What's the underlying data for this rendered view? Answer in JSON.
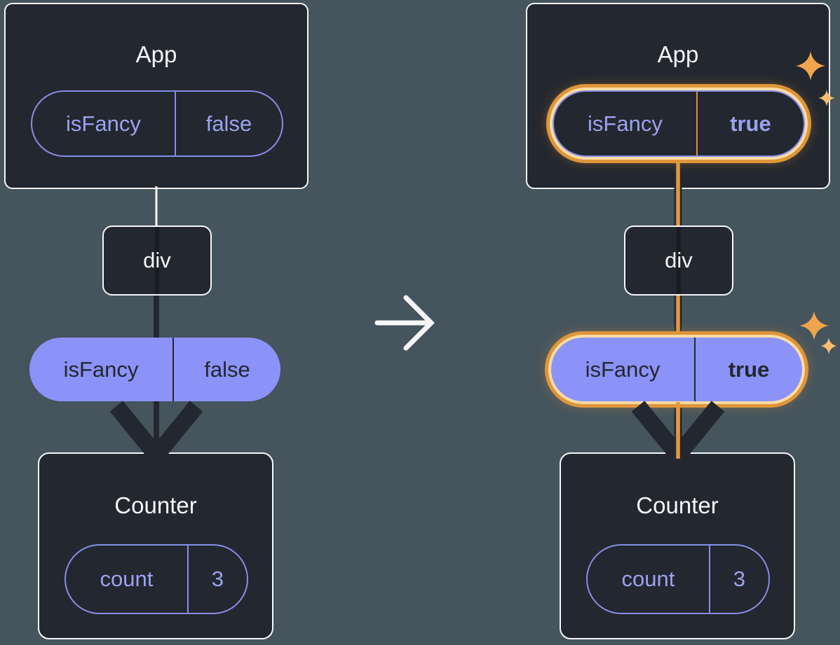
{
  "panels": {
    "left": {
      "app": {
        "title": "App",
        "state_pill": {
          "key": "isFancy",
          "value": "false"
        }
      },
      "div_node": {
        "label": "div"
      },
      "prop_pill": {
        "key": "isFancy",
        "value": "false"
      },
      "counter": {
        "title": "Counter",
        "state_pill": {
          "key": "count",
          "value": "3"
        }
      }
    },
    "right": {
      "app": {
        "title": "App",
        "state_pill": {
          "key": "isFancy",
          "value": "true"
        }
      },
      "div_node": {
        "label": "div"
      },
      "prop_pill": {
        "key": "isFancy",
        "value": "true"
      },
      "counter": {
        "title": "Counter",
        "state_pill": {
          "key": "count",
          "value": "3"
        }
      }
    }
  },
  "colors": {
    "background": "#45545d",
    "node_fill": "#23272f",
    "node_border": "#f6f7f9",
    "purple_fill": "#8b93f8",
    "purple_outline": "#868ee8",
    "purple_text": "#9aa3f0",
    "highlight_orange": "#df953a",
    "sparkle": "#f0a44c",
    "dark_edge": "#23272f"
  }
}
